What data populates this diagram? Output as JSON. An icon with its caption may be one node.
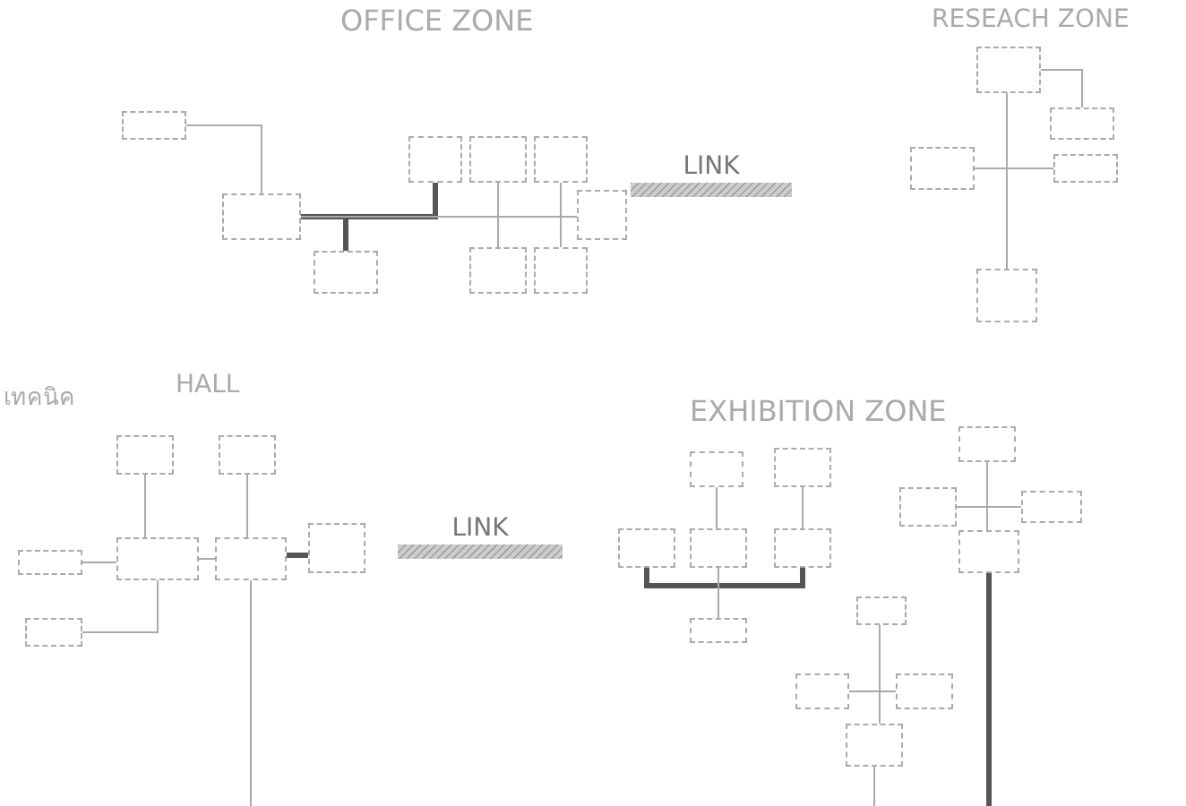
{
  "diagram": {
    "nodes": [
      {
        "text": [],
        "shape": "box"
      },
      {
        "text": [],
        "shape": "box"
      },
      {
        "text": [],
        "shape": "box"
      },
      {
        "text": [],
        "shape": "box"
      },
      {
        "text": [],
        "shape": "box"
      },
      {
        "text": [],
        "shape": "box"
      },
      {
        "text": [],
        "shape": "box"
      },
      {
        "text": [],
        "shape": "box"
      },
      {
        "text": [],
        "shape": "box"
      },
      {
        "text": [],
        "shape": "box"
      },
      {
        "text": [],
        "shape": "box"
      },
      {
        "text": [],
        "shape": "box"
      },
      {
        "text": [],
        "shape": "box"
      },
      {
        "text": [],
        "shape": "box"
      },
      {
        "text": [],
        "shape": "box"
      },
      {
        "text": [],
        "shape": "box"
      },
      {
        "text": [],
        "shape": "box"
      },
      {
        "text": [],
        "shape": "box"
      },
      {
        "text": [],
        "shape": "box"
      },
      {
        "text": [],
        "shape": "box"
      },
      {
        "text": [],
        "shape": "box"
      },
      {
        "text": [],
        "shape": "box"
      },
      {
        "text": [],
        "shape": "box"
      },
      {
        "text": [],
        "shape": "box"
      },
      {
        "text": [],
        "shape": "box"
      },
      {
        "text": [],
        "shape": "box"
      },
      {
        "text": [],
        "shape": "box"
      },
      {
        "text": [],
        "shape": "box"
      },
      {
        "text": [],
        "shape": "box"
      },
      {
        "text": [],
        "shape": "box"
      },
      {
        "text": [],
        "shape": "box"
      },
      {
        "text": [],
        "shape": "box"
      },
      {
        "text": [],
        "shape": "box"
      },
      {
        "text": [],
        "shape": "box"
      },
      {
        "text": [],
        "shape": "box"
      },
      {
        "text": [
          "LINK"
        ]
      },
      {
        "text": [
          "LINK"
        ]
      }
    ],
    "edges": [
      {
        "from": 0,
        "to": 1,
        "arrow": "none"
      },
      {
        "from": 1,
        "to": 2,
        "arrow": "none",
        "style": "thick"
      },
      {
        "from": 1,
        "to": 3,
        "arrow": "none",
        "style": "thick"
      },
      {
        "from": 1,
        "to": 8,
        "arrow": "none"
      },
      {
        "from": 4,
        "to": 6,
        "arrow": "none"
      },
      {
        "from": 5,
        "to": 7,
        "arrow": "none"
      },
      {
        "from": 9,
        "to": 13,
        "arrow": "none"
      },
      {
        "from": 10,
        "to": 12,
        "arrow": "none"
      },
      {
        "from": 9,
        "to": 11,
        "arrow": "none"
      },
      {
        "from": 14,
        "to": 16,
        "arrow": "none"
      },
      {
        "from": 15,
        "to": 16,
        "arrow": "none"
      },
      {
        "from": 16,
        "to": 17,
        "arrow": "none"
      },
      {
        "from": 17,
        "to": 18,
        "arrow": "none",
        "style": "thick"
      },
      {
        "from": 19,
        "to": 16,
        "arrow": "none"
      },
      {
        "from": 20,
        "to": 17,
        "arrow": "none"
      },
      {
        "from": 17,
        "to": null,
        "arrow": "none"
      },
      {
        "from": 21,
        "to": 24,
        "arrow": "none"
      },
      {
        "from": 22,
        "to": 25,
        "arrow": "none"
      },
      {
        "from": 23,
        "to": 25,
        "arrow": "none",
        "style": "thick"
      },
      {
        "from": 24,
        "to": 26,
        "arrow": "none"
      },
      {
        "from": 27,
        "to": 30,
        "arrow": "none"
      },
      {
        "from": 28,
        "to": 29,
        "arrow": "none"
      },
      {
        "from": 30,
        "to": null,
        "arrow": "none",
        "style": "thick"
      },
      {
        "from": 31,
        "to": 34,
        "arrow": "none"
      },
      {
        "from": 32,
        "to": 33,
        "arrow": "none"
      },
      {
        "from": 34,
        "to": null,
        "arrow": "none"
      }
    ],
    "labels": [
      "OFFICE ZONE",
      "RESEACH ZONE",
      "เทคนิค",
      "HALL",
      "EXHIBITION ZONE"
    ]
  }
}
